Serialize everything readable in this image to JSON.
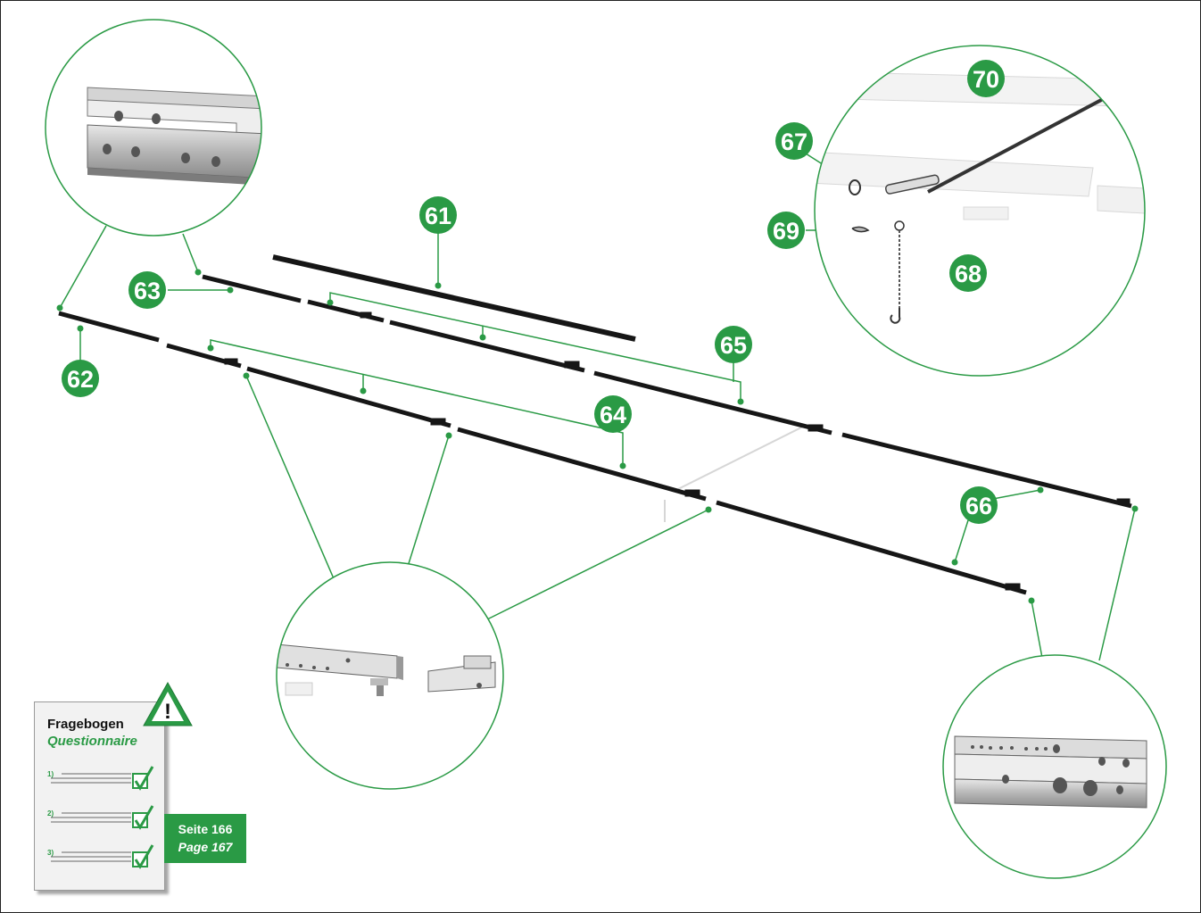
{
  "colors": {
    "accent_green": "#2a9a45",
    "rail_black": "#1a1a1a",
    "zoom_circle": "#2a9a45"
  },
  "callouts": [
    {
      "id": "61",
      "label": "61"
    },
    {
      "id": "62",
      "label": "62"
    },
    {
      "id": "63",
      "label": "63"
    },
    {
      "id": "64",
      "label": "64"
    },
    {
      "id": "65",
      "label": "65"
    },
    {
      "id": "66",
      "label": "66"
    },
    {
      "id": "67",
      "label": "67"
    },
    {
      "id": "68",
      "label": "68"
    },
    {
      "id": "69",
      "label": "69"
    },
    {
      "id": "70",
      "label": "70"
    }
  ],
  "questionnaire": {
    "title_de": "Fragebogen",
    "title_en": "Questionnaire",
    "items": [
      "1)",
      "2)",
      "3)"
    ],
    "warning_icon": "exclamation-triangle-icon",
    "warning_glyph": "!"
  },
  "page_ref": {
    "de": "Seite 166",
    "en": "Page 167"
  }
}
